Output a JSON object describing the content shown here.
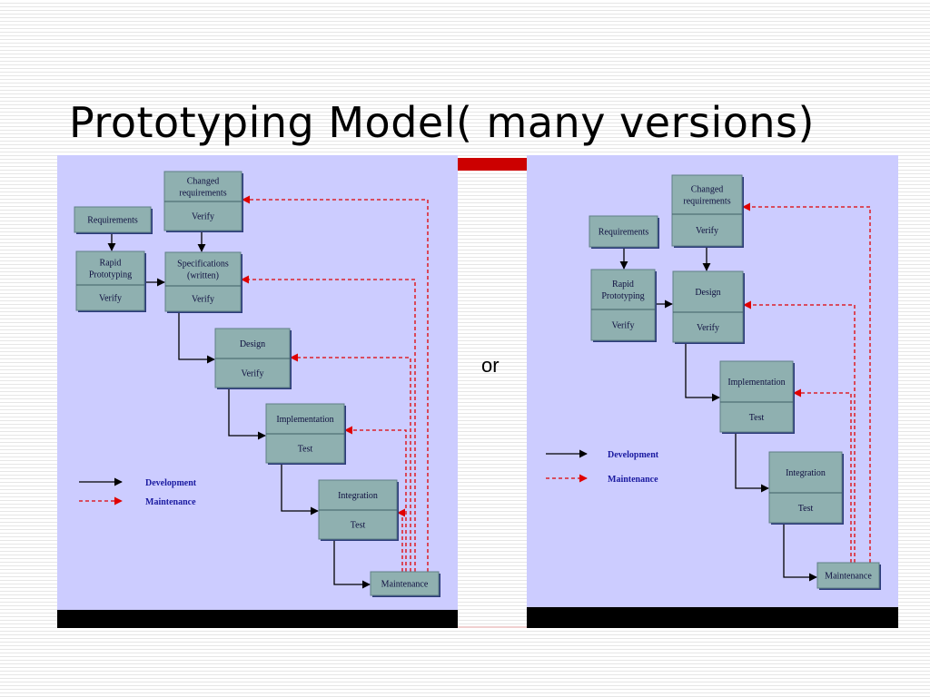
{
  "slide": {
    "title": "Prototyping Model( many versions)",
    "separator": "or"
  },
  "colors": {
    "panel": "#ccccff",
    "box": "#8fb0b0",
    "development_arrow": "#000000",
    "maintenance_arrow": "#e00000",
    "legend_text": "#1a1aa0"
  },
  "diagram_left": {
    "legend": {
      "development": "Development",
      "maintenance": "Maintenance"
    },
    "boxes": {
      "changed": {
        "label": [
          "Changed",
          "requirements"
        ],
        "sub": "Verify"
      },
      "req": {
        "label": [
          "Requirements"
        ]
      },
      "proto": {
        "label": [
          "Rapid",
          "Prototyping"
        ],
        "sub": "Verify"
      },
      "spec": {
        "label": [
          "Specifications",
          "(written)"
        ],
        "sub": "Verify"
      },
      "design": {
        "label": [
          "Design"
        ],
        "sub": "Verify"
      },
      "impl": {
        "label": [
          "Implementation"
        ],
        "sub": "Test"
      },
      "integ": {
        "label": [
          "Integration"
        ],
        "sub": "Test"
      },
      "maint": {
        "label": [
          "Maintenance"
        ]
      }
    }
  },
  "diagram_right": {
    "legend": {
      "development": "Development",
      "maintenance": "Maintenance"
    },
    "boxes": {
      "changed": {
        "label": [
          "Changed",
          "requirements"
        ],
        "sub": "Verify"
      },
      "req": {
        "label": [
          "Requirements"
        ]
      },
      "proto": {
        "label": [
          "Rapid",
          "Prototyping"
        ],
        "sub": "Verify"
      },
      "design": {
        "label": [
          "Design"
        ],
        "sub": "Verify"
      },
      "impl": {
        "label": [
          "Implementation"
        ],
        "sub": "Test"
      },
      "integ": {
        "label": [
          "Integration"
        ],
        "sub": "Test"
      },
      "maint": {
        "label": [
          "Maintenance"
        ]
      }
    }
  }
}
